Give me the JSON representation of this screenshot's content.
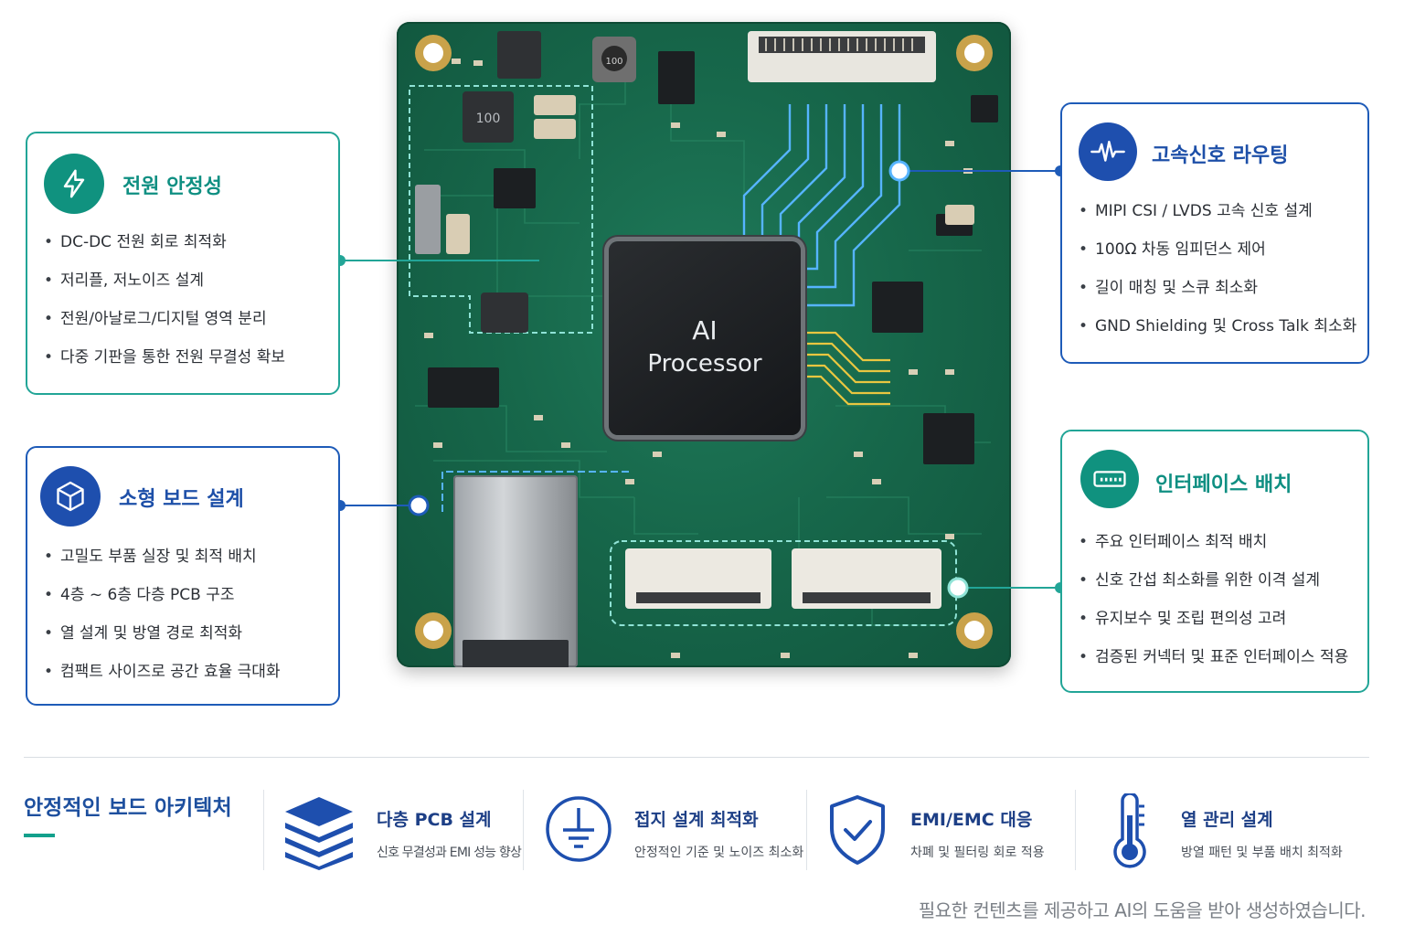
{
  "board": {
    "chip_label_line1": "AI",
    "chip_label_line2": "Processor",
    "inductor_marking_1": "100",
    "inductor_marking_2": "100"
  },
  "cards": {
    "power": {
      "title": "전원 안정성",
      "icon": "lightning-icon",
      "items": [
        "DC-DC 전원 회로 최적화",
        "저리플, 저노이즈 설계",
        "전원/아날로그/디지털 영역 분리",
        "다중 기판을 통한 전원 무결성 확보"
      ]
    },
    "compact": {
      "title": "소형 보드 설계",
      "icon": "cube-icon",
      "items": [
        "고밀도 부품 실장 및 최적 배치",
        "4층 ~ 6층 다층 PCB 구조",
        "열 설계 및 방열 경로 최적화",
        "컴팩트 사이즈로 공간 효율 극대화"
      ]
    },
    "signal": {
      "title": "고속신호 라우팅",
      "icon": "waveform-icon",
      "items": [
        "MIPI CSI / LVDS 고속 신호 설계",
        "100Ω 차동 임피던스 제어",
        "길이 매칭 및 스큐 최소화",
        "GND Shielding 및 Cross Talk 최소화"
      ]
    },
    "interface": {
      "title": "인터페이스 배치",
      "icon": "connector-icon",
      "items": [
        "주요 인터페이스 최적 배치",
        "신호 간섭 최소화를 위한 이격 설계",
        "유지보수 및 조립 편의성 고려",
        "검증된 커넥터 및 표준 인터페이스 적용"
      ]
    }
  },
  "architecture": {
    "title": "안정적인 보드 아키텍처",
    "features": [
      {
        "title": "다층 PCB 설계",
        "subtitle": "신호 무결성과 EMI 성능 향상",
        "icon": "layers-icon"
      },
      {
        "title": "접지 설계 최적화",
        "subtitle": "안정적인 기준 및 노이즈 최소화",
        "icon": "ground-icon"
      },
      {
        "title": "EMI/EMC 대응",
        "subtitle": "차폐 및 필터링 회로 적용",
        "icon": "shield-check-icon"
      },
      {
        "title": "열 관리 설계",
        "subtitle": "방열 패턴 및 부품 배치 최적화",
        "icon": "thermometer-icon"
      }
    ]
  },
  "footnote": "필요한 컨텐츠를 제공하고 AI의 도움을 받아 생성하였습니다.",
  "colors": {
    "teal": "#10927f",
    "blue": "#1e4fae",
    "pcb_green": "#17684b"
  }
}
